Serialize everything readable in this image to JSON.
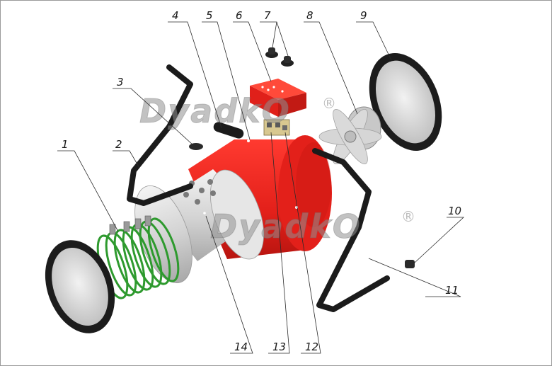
{
  "watermark": {
    "brand": "DyadkO",
    "mark": "®"
  },
  "colors": {
    "housing": "#e8201e",
    "coil": "#3aa83a",
    "tube": "#d9d9d9",
    "handle": "#1b1b1b",
    "fan": "#d6d6d6"
  },
  "callouts": [
    "1",
    "2",
    "3",
    "4",
    "5",
    "6",
    "7",
    "8",
    "9",
    "10",
    "11",
    "12",
    "13",
    "14"
  ]
}
